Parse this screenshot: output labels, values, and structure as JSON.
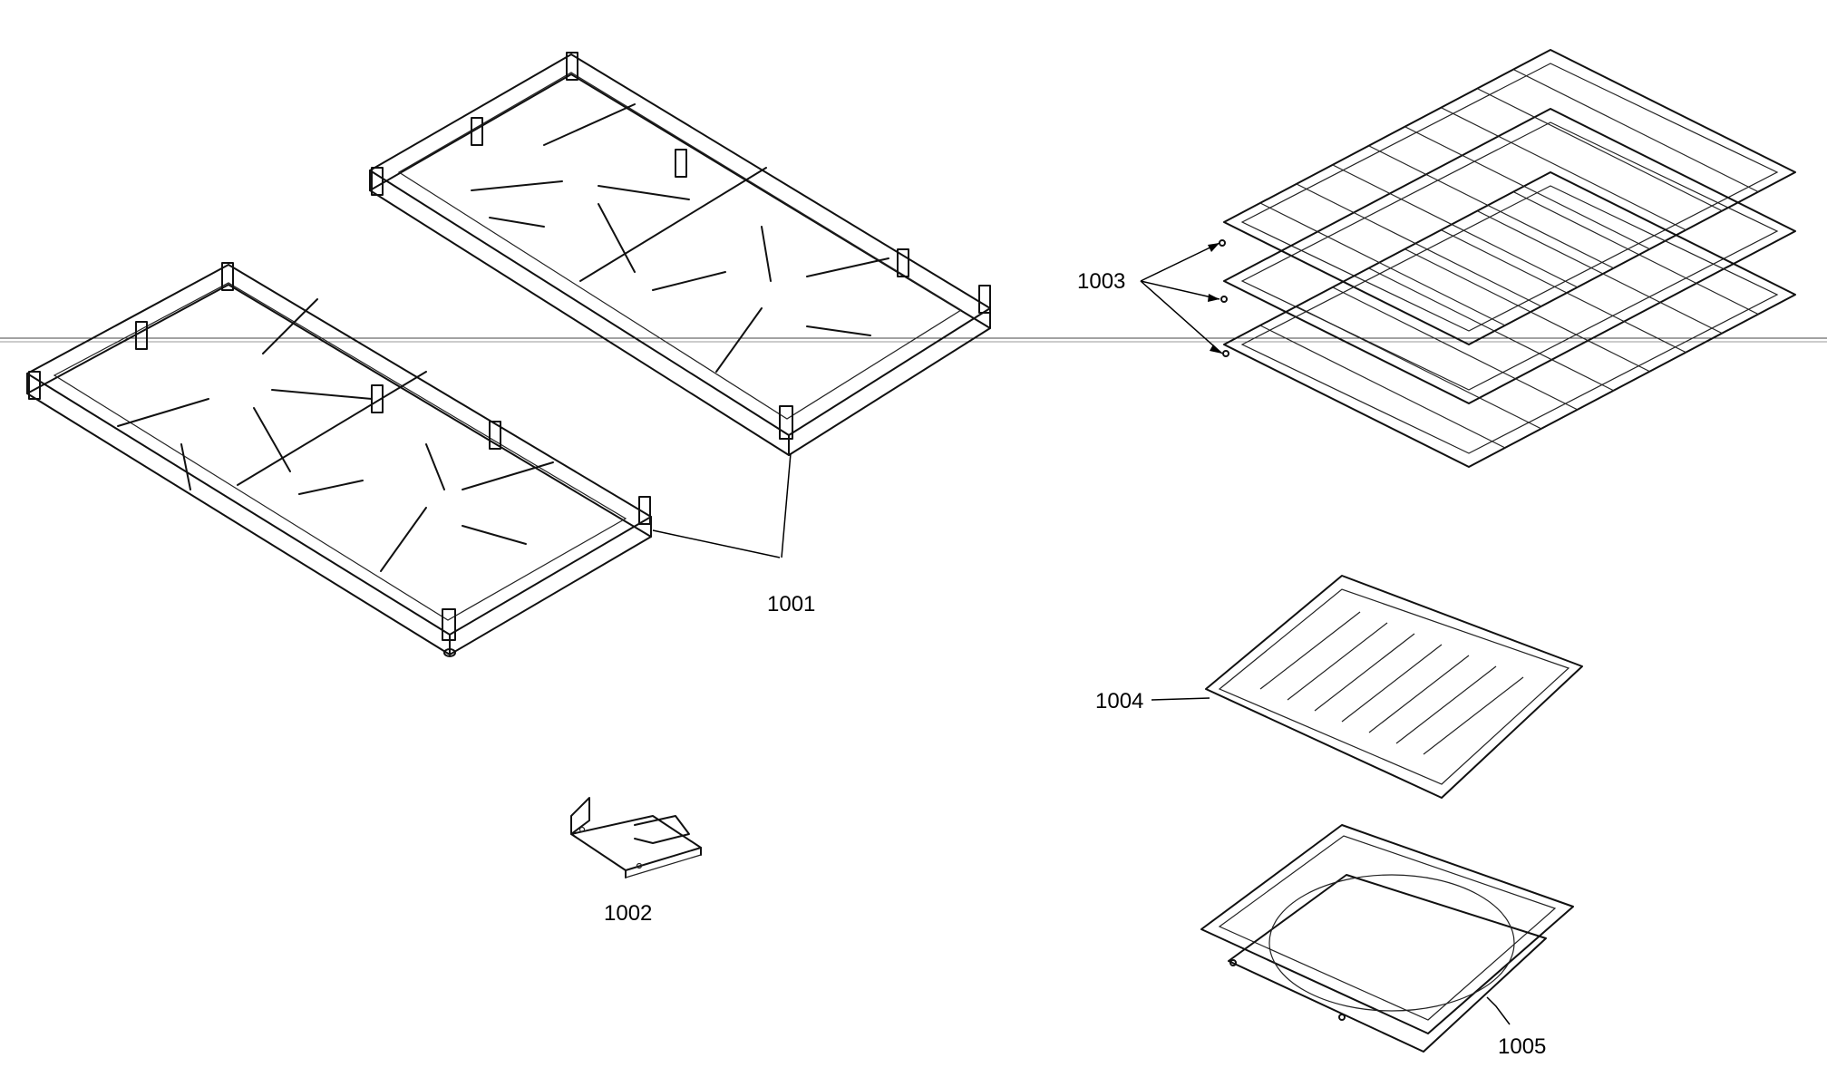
{
  "diagram": {
    "labels": {
      "part_1001": "1001",
      "part_1002": "1002",
      "part_1003": "1003",
      "part_1004": "1004",
      "part_1005": "1005"
    }
  }
}
